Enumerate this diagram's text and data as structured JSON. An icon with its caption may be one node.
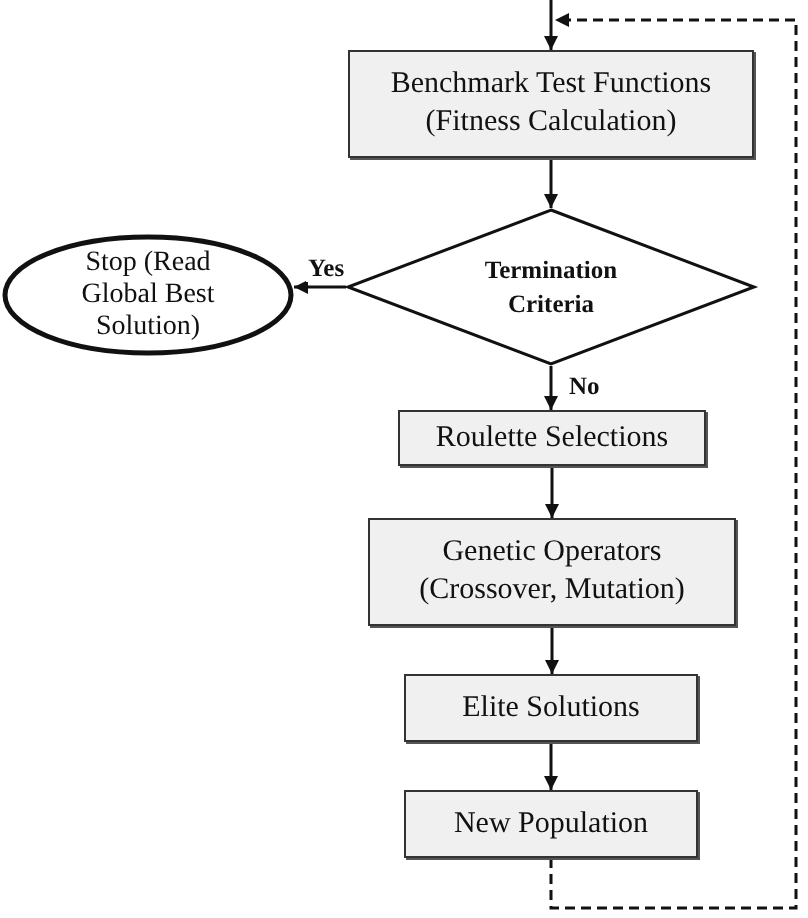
{
  "diagram": {
    "nodes": [
      {
        "text": [
          "Benchmark Test Functions (Fitness Calculation)"
        ]
      },
      {
        "text": [
          "Termination Criteria"
        ]
      },
      {
        "text": [
          "Stop (Read Global Best Solution)"
        ]
      },
      {
        "text": [
          "Roulette Selections"
        ]
      },
      {
        "text": [
          "Genetic Operators (Crossover, Mutation)"
        ]
      },
      {
        "text": [
          "Elite Solutions"
        ]
      },
      {
        "text": [
          "New Population"
        ]
      }
    ],
    "edges": [
      {
        "from": null,
        "to": 0,
        "arrow": "to"
      },
      {
        "from": 0,
        "to": 1,
        "arrow": "to"
      },
      {
        "from": 1,
        "to": 2,
        "arrow": "to",
        "label": "Yes"
      },
      {
        "from": 1,
        "to": 3,
        "arrow": "to",
        "label": "No"
      },
      {
        "from": 3,
        "to": 4,
        "arrow": "to"
      },
      {
        "from": 4,
        "to": 5,
        "arrow": "to"
      },
      {
        "from": 5,
        "to": 6,
        "arrow": "to"
      },
      {
        "from": 6,
        "to": 0,
        "arrow": "to",
        "style": "dashed"
      }
    ]
  }
}
